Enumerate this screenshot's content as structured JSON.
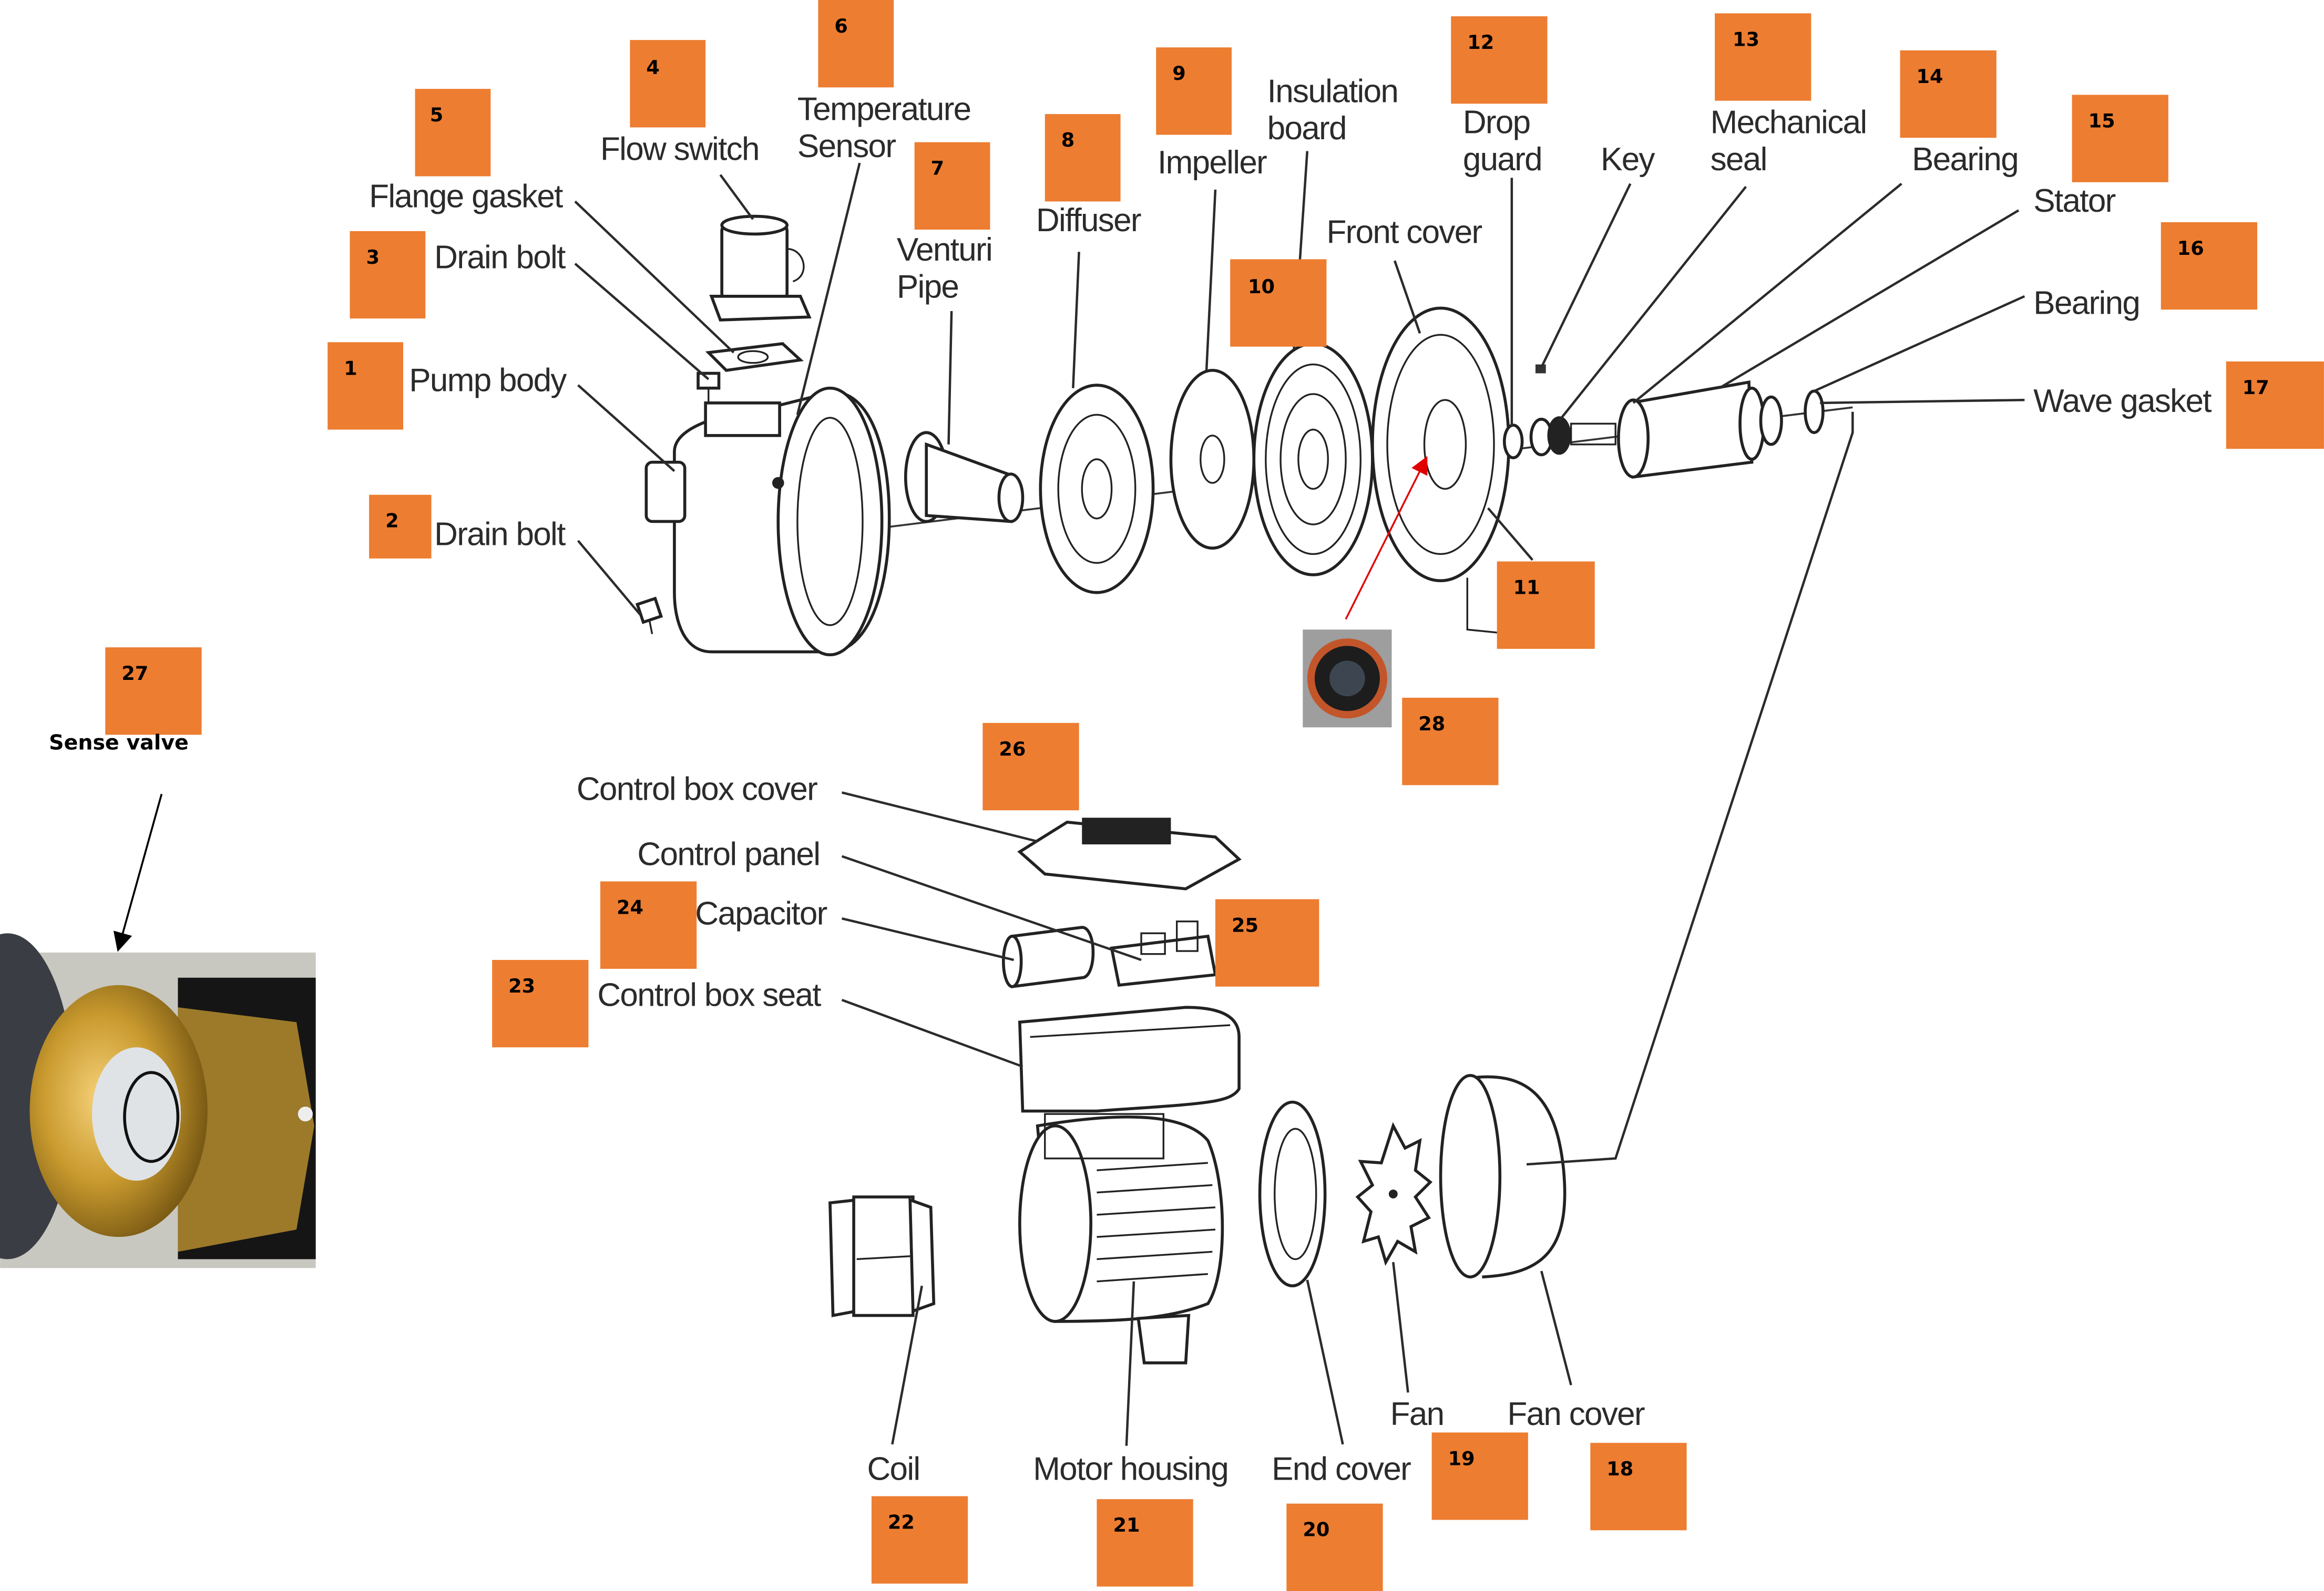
{
  "diagram": {
    "title": "Pump exploded parts diagram",
    "accent_color": "#ED7D31",
    "parts": [
      {
        "id": "1",
        "label": "Pump body"
      },
      {
        "id": "2",
        "label": "Drain bolt"
      },
      {
        "id": "3",
        "label": "Drain bolt"
      },
      {
        "id": "4",
        "label": "Flow switch"
      },
      {
        "id": "5",
        "label": "Flange gasket"
      },
      {
        "id": "6",
        "label": "Temperature Sensor"
      },
      {
        "id": "7",
        "label": "Venturi Pipe"
      },
      {
        "id": "8",
        "label": "Diffuser"
      },
      {
        "id": "9",
        "label": "Impeller"
      },
      {
        "id": "10",
        "label": "Insulation board"
      },
      {
        "id": "11",
        "label": "Front cover"
      },
      {
        "id": "12",
        "label": "Drop guard"
      },
      {
        "id": "13",
        "label": "Mechanical seal"
      },
      {
        "id": "14",
        "label": "Bearing"
      },
      {
        "id": "15",
        "label": "Stator"
      },
      {
        "id": "16",
        "label": "Bearing"
      },
      {
        "id": "17",
        "label": "Wave gasket"
      },
      {
        "id": "18",
        "label": "Fan cover"
      },
      {
        "id": "19",
        "label": "Fan"
      },
      {
        "id": "20",
        "label": "End cover"
      },
      {
        "id": "21",
        "label": "Motor housing"
      },
      {
        "id": "22",
        "label": "Coil"
      },
      {
        "id": "23",
        "label": "Control box seat"
      },
      {
        "id": "24",
        "label": "Capacitor"
      },
      {
        "id": "25",
        "label": "Control panel"
      },
      {
        "id": "26",
        "label": "Control box cover"
      },
      {
        "id": "27",
        "label": "Sense valve"
      },
      {
        "id": "28",
        "label": ""
      }
    ],
    "text_labels": {
      "pump_body": "Pump body",
      "drain_bolt_lower": "Drain bolt",
      "drain_bolt_upper": "Drain bolt",
      "flange_gasket": "Flange gasket",
      "flow_switch": "Flow switch",
      "temperature_1": "Temperature",
      "temperature_2": "Sensor",
      "venturi_1": "Venturi",
      "venturi_2": "Pipe",
      "diffuser": "Diffuser",
      "impeller": "Impeller",
      "insulation_1": "Insulation",
      "insulation_2": "board",
      "front_cover": "Front cover",
      "drop_1": "Drop",
      "drop_2": "guard",
      "key": "Key",
      "mech_1": "Mechanical",
      "mech_2": "seal",
      "bearing_front": "Bearing",
      "stator": "Stator",
      "bearing_rear": "Bearing",
      "wave_gasket": "Wave gasket",
      "control_box_cover": "Control box cover",
      "control_panel": "Control panel",
      "capacitor": "Capacitor",
      "control_box_seat": "Control box seat",
      "coil": "Coil",
      "motor_housing": "Motor housing",
      "end_cover": "End cover",
      "fan": "Fan",
      "fan_cover": "Fan cover",
      "sense_valve": "Sense valve"
    },
    "badges": {
      "b1": "1",
      "b2": "2",
      "b3": "3",
      "b4": "4",
      "b5": "5",
      "b6": "6",
      "b7": "7",
      "b8": "8",
      "b9": "9",
      "b10": "10",
      "b11": "11",
      "b12": "12",
      "b13": "13",
      "b14": "14",
      "b15": "15",
      "b16": "16",
      "b17": "17",
      "b18": "18",
      "b19": "19",
      "b20": "20",
      "b21": "21",
      "b22": "22",
      "b23": "23",
      "b24": "24",
      "b25": "25",
      "b26": "26",
      "b27": "27",
      "b28": "28"
    }
  }
}
